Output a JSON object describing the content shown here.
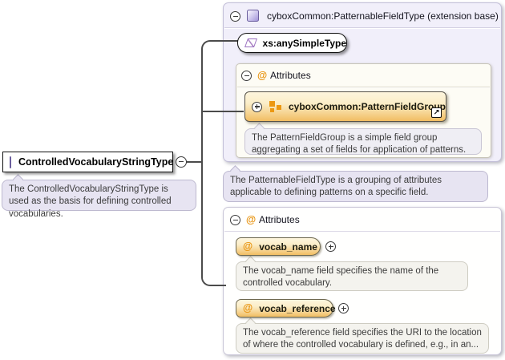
{
  "root_element": {
    "name": "ControlledVocabularyStringType",
    "doc": "The ControlledVocabularyStringType is used as the basis for defining controlled vocabularies."
  },
  "base_type_panel": {
    "title": "cyboxCommon:PatternableFieldType (extension base)",
    "simple_type": {
      "name": "xs:anySimpleType"
    },
    "attributes_section": {
      "title": "Attributes",
      "group": {
        "name": "cyboxCommon:PatternFieldGroup",
        "doc": "The PatternFieldGroup is a simple field group aggregating a set of fields for application of patterns."
      }
    },
    "doc": "The PatternableFieldType is a grouping of attributes applicable to defining patterns on a specific field."
  },
  "local_attributes_panel": {
    "title": "Attributes",
    "attributes": [
      {
        "name": "vocab_name",
        "doc": "The vocab_name field specifies the name of the controlled vocabulary."
      },
      {
        "name": "vocab_reference",
        "doc": "The vocab_reference field specifies the URI to the location of where the controlled vocabulary is defined, e.g., in an..."
      }
    ]
  },
  "icons": {
    "at": "@",
    "link_arrow": "↗"
  },
  "colors": {
    "connector": "#4b4b4b",
    "panel_bg": "#f1effa",
    "orange_accent": "#e8930e",
    "pill_gradient_bottom": "#f1bd62",
    "purple_icon": "#a193d9",
    "tooltip_bg": "#e7e4f2"
  }
}
